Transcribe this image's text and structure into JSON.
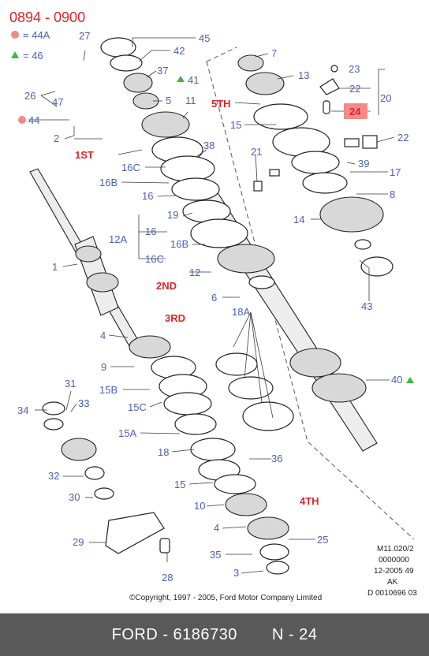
{
  "title": "0894 - 0900",
  "legend": [
    {
      "symbol": "circle",
      "color": "#f28a8a",
      "text": "= 44A"
    },
    {
      "symbol": "triangle",
      "color": "#3cb843",
      "text": "= 46"
    }
  ],
  "gear_names": [
    "1ST",
    "2ND",
    "3RD",
    "4TH",
    "5TH"
  ],
  "highlight_label": "24",
  "part_labels": [
    "2",
    "3",
    "4",
    "4",
    "5",
    "6",
    "7",
    "8",
    "9",
    "10",
    "11",
    "12",
    "12A",
    "13",
    "14",
    "15",
    "15",
    "15A",
    "15B",
    "15C",
    "16",
    "16",
    "16B",
    "16B",
    "16C",
    "16C",
    "17",
    "18",
    "18A",
    "19",
    "20",
    "21",
    "22",
    "22",
    "23",
    "25",
    "26",
    "27",
    "28",
    "29",
    "30",
    "31",
    "32",
    "33",
    "34",
    "35",
    "36",
    "37",
    "38",
    "39",
    "40",
    "41",
    "42",
    "43",
    "44",
    "45",
    "47",
    "1"
  ],
  "info": {
    "line1": "M11.020/2",
    "line2": "0000000",
    "line3": "12-2005 49",
    "line4": "AK",
    "line5": "D 0010696 03"
  },
  "copyright": "©Copyright, 1997 - 2005, Ford Motor Company Limited",
  "footer": {
    "brand": "FORD - 6186730",
    "page": "N - 24"
  },
  "colors": {
    "label": "#4b5fb4",
    "red": "#e0242a",
    "footer_bg": "#595959",
    "highlight": "#f28a8a",
    "triangle": "#3cb843"
  }
}
